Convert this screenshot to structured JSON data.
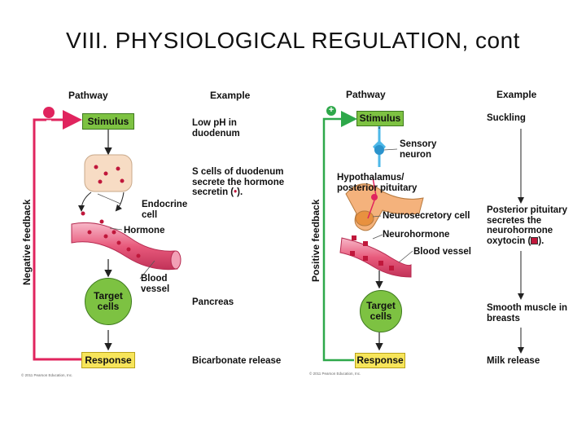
{
  "title": "VIII.  PHYSIOLOGICAL REGULATION, cont",
  "left": {
    "pathway_header": "Pathway",
    "example_header": "Example",
    "feedback_label": "Negative feedback",
    "feedback_sign": "−",
    "stimulus": "Stimulus",
    "endocrine_cell": "Endocrine\ncell",
    "hormone": "Hormone",
    "blood_vessel": "Blood\nvessel",
    "target_cells": "Target\ncells",
    "response": "Response",
    "example_stimulus": "Low pH in\nduodenum",
    "example_cells": "S cells of duodenum\nsecrete the hormone\nsecretin (",
    "example_cells_end": ").",
    "example_target": "Pancreas",
    "example_response": "Bicarbonate release",
    "copyright": "© 2011 Pearson Education, Inc."
  },
  "right": {
    "pathway_header": "Pathway",
    "example_header": "Example",
    "feedback_label": "Positive feedback",
    "feedback_sign": "+",
    "stimulus": "Stimulus",
    "sensory_neuron": "Sensory\nneuron",
    "hypothalamus": "Hypothalamus/\nposterior pituitary",
    "neurosecretory_cell": "Neurosecretory cell",
    "neurohormone": "Neurohormone",
    "blood_vessel": "Blood vessel",
    "target_cells": "Target\ncells",
    "response": "Response",
    "example_stimulus": "Suckling",
    "example_pituitary": "Posterior pituitary\nsecretes the\nneurohormone\noxytocin (",
    "example_pituitary_end": ").",
    "example_target": "Smooth muscle in\nbreasts",
    "example_response": "Milk release",
    "copyright": "© 2011 Pearson Education, Inc."
  },
  "colors": {
    "negative_loop": "#e0245e",
    "positive_loop": "#2ea84a",
    "box_green": "#7dc242",
    "box_yellow": "#f7e55a",
    "vessel": "#e85a7c"
  }
}
